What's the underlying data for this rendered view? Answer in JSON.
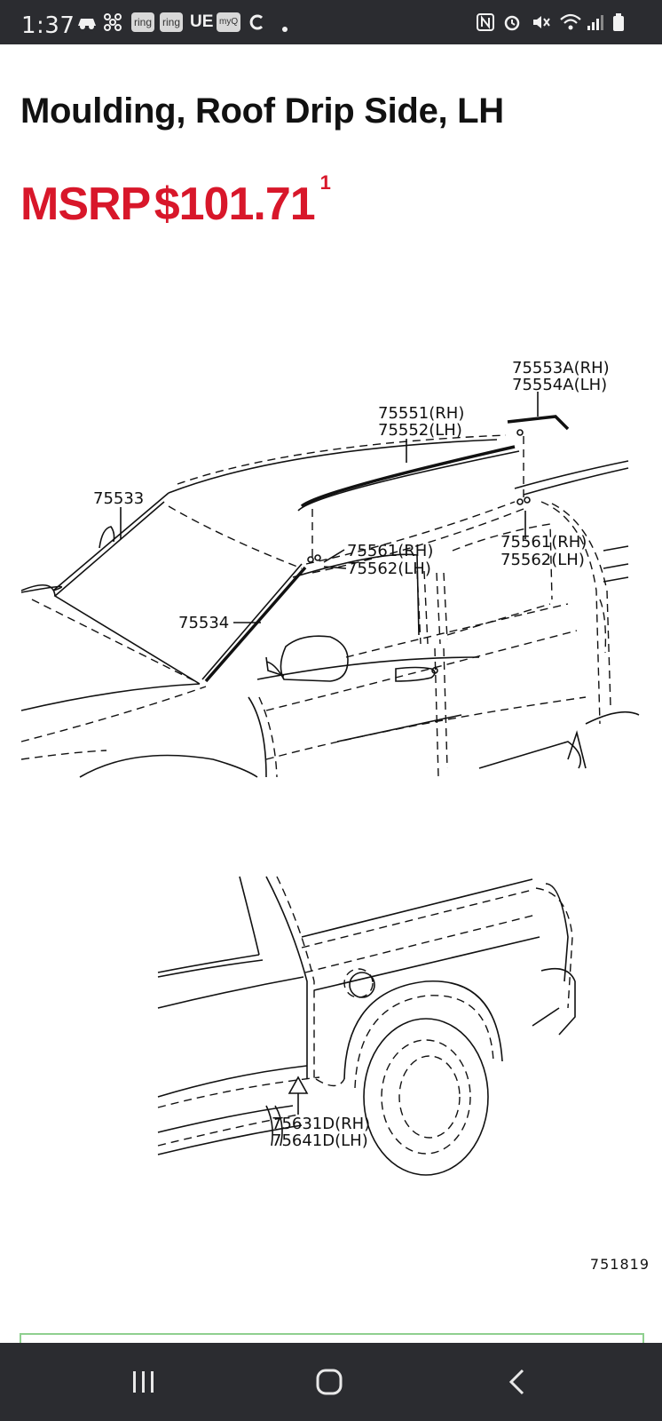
{
  "status_bar": {
    "time": "1:37",
    "notification_icons": [
      "carplay-icon",
      "fan-icon",
      "ring-icon",
      "ring-icon",
      "uber-eats-icon",
      "myq-icon",
      "c-icon"
    ],
    "ring_label": "ring",
    "ue_label": "UE",
    "myq_label": "myQ",
    "system_icons": [
      "nfc-icon",
      "alarm-icon",
      "mute-icon",
      "wifi-icon",
      "signal-icon",
      "battery-icon"
    ]
  },
  "product": {
    "title": "Moulding, Roof Drip Side, LH",
    "msrp_label": "MSRP",
    "price": "$101.71",
    "footnote": "1"
  },
  "diagram": {
    "callouts": {
      "c75553a": "75553A(RH)",
      "c75554a": "75554A(LH)",
      "c75551": "75551(RH)",
      "c75552": "75552(LH)",
      "c75533": "75533",
      "c75561a": "75561(RH)",
      "c75562a": "75562(LH)",
      "c75561b": "75561(RH)",
      "c75562b": "75562(LH)",
      "c75534": "75534",
      "c75631d": "75631D(RH)",
      "c75641d": "75641D(LH)"
    },
    "diagram_id": "751819"
  },
  "nav_bar": {
    "buttons": [
      "recents-icon",
      "home-icon",
      "back-icon"
    ]
  },
  "colors": {
    "status_bar_bg": "#2b2c30",
    "price_red": "#d8172a",
    "card_border_green": "#8fd08f"
  }
}
